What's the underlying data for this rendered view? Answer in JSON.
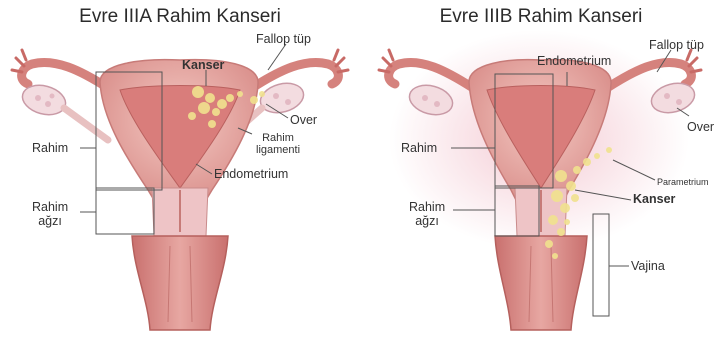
{
  "left": {
    "title": "Evre IIIA Rahim Kanseri",
    "labels": {
      "fallop": "Fallop tüp",
      "kanser": "Kanser",
      "over": "Over",
      "ligament_1": "Rahim",
      "ligament_2": "ligamenti",
      "rahim": "Rahim",
      "endometrium": "Endometrium",
      "agzi_1": "Rahim",
      "agzi_2": "ağzı"
    }
  },
  "right": {
    "title": "Evre IIIB Rahim Kanseri",
    "labels": {
      "fallop": "Fallop tüp",
      "endometrium": "Endometrium",
      "over": "Over",
      "rahim": "Rahim",
      "parametrium": "Parametrium",
      "kanser": "Kanser",
      "agzi_1": "Rahim",
      "agzi_2": "ağzı",
      "vajina": "Vajina"
    }
  }
}
